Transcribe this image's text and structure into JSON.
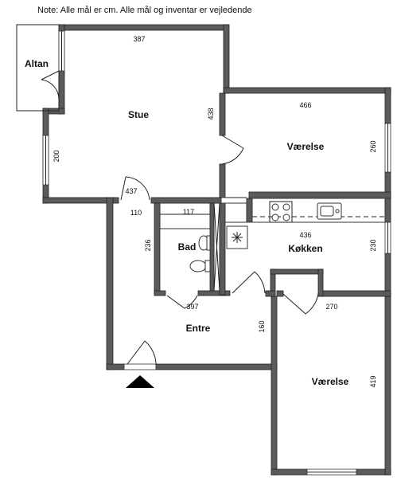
{
  "note": "Note: Alle mål er cm. Alle mål og inventar er vejledende",
  "rooms": {
    "altan": "Altan",
    "stue": "Stue",
    "vaerelse_top": "Værelse",
    "bad": "Bad",
    "kokken": "Køkken",
    "entre": "Entre",
    "vaerelse_bottom": "Værelse"
  },
  "dimensions": {
    "stue_width": "387",
    "stue_height": "438",
    "stue_left": "200",
    "door_437": "437",
    "hall_110": "110",
    "bad_width": "117",
    "bad_height": "236",
    "vaerelse_top_width": "466",
    "vaerelse_top_height": "260",
    "kokken_width": "436",
    "kokken_height": "230",
    "entre_width": "397",
    "entre_height": "160",
    "vaerelse_bottom_width": "270",
    "vaerelse_bottom_height": "419"
  }
}
